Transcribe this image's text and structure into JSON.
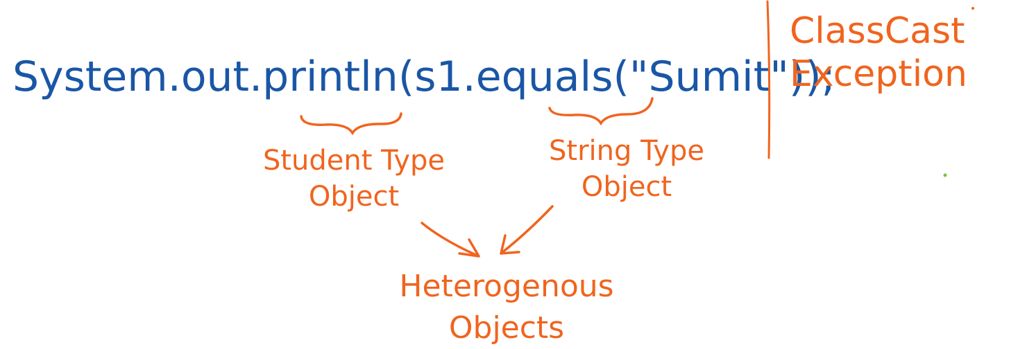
{
  "code_line": "System.out.println(s1.equals(\"Sumit\"));",
  "labels": {
    "student_line1": "Student Type",
    "student_line2": "Object",
    "string_line1": "String Type",
    "string_line2": "Object",
    "hetero_line1": "Heterogenous",
    "hetero_line2": "Objects"
  },
  "exception": {
    "line1": "ClassCast",
    "line2": "Exception"
  },
  "colors": {
    "code": "#1a56a6",
    "annotation": "#f0641e",
    "divider": "#f0641e",
    "dot": "#7ac143"
  }
}
